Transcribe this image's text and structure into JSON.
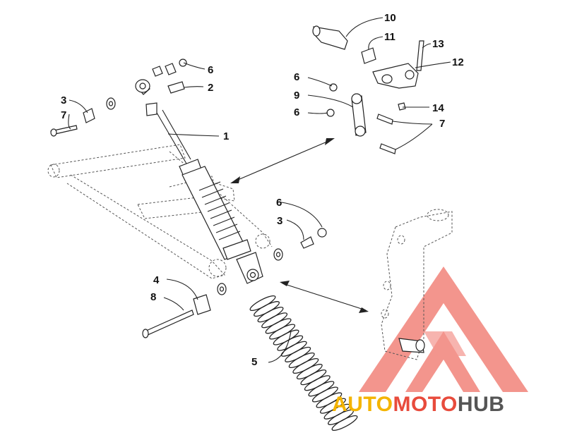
{
  "callouts": [
    {
      "id": "c1",
      "text": "1"
    },
    {
      "id": "c2",
      "text": "2"
    },
    {
      "id": "c3a",
      "text": "3"
    },
    {
      "id": "c3b",
      "text": "3"
    },
    {
      "id": "c4",
      "text": "4"
    },
    {
      "id": "c5",
      "text": "5"
    },
    {
      "id": "c6a",
      "text": "6"
    },
    {
      "id": "c6b",
      "text": "6"
    },
    {
      "id": "c6c",
      "text": "6"
    },
    {
      "id": "c6d",
      "text": "6"
    },
    {
      "id": "c7a",
      "text": "7"
    },
    {
      "id": "c7b",
      "text": "7"
    },
    {
      "id": "c8",
      "text": "8"
    },
    {
      "id": "c9",
      "text": "9"
    },
    {
      "id": "c10",
      "text": "10"
    },
    {
      "id": "c11",
      "text": "11"
    },
    {
      "id": "c12",
      "text": "12"
    },
    {
      "id": "c13",
      "text": "13"
    },
    {
      "id": "c14",
      "text": "14"
    }
  ],
  "watermark": {
    "part1": "AUTO",
    "part2": "MOTO",
    "part3": "HUB",
    "color_part1": "#f4b400",
    "color_part2": "#e84b3c",
    "color_part3": "#555555",
    "logo_color": "#f2837a"
  }
}
